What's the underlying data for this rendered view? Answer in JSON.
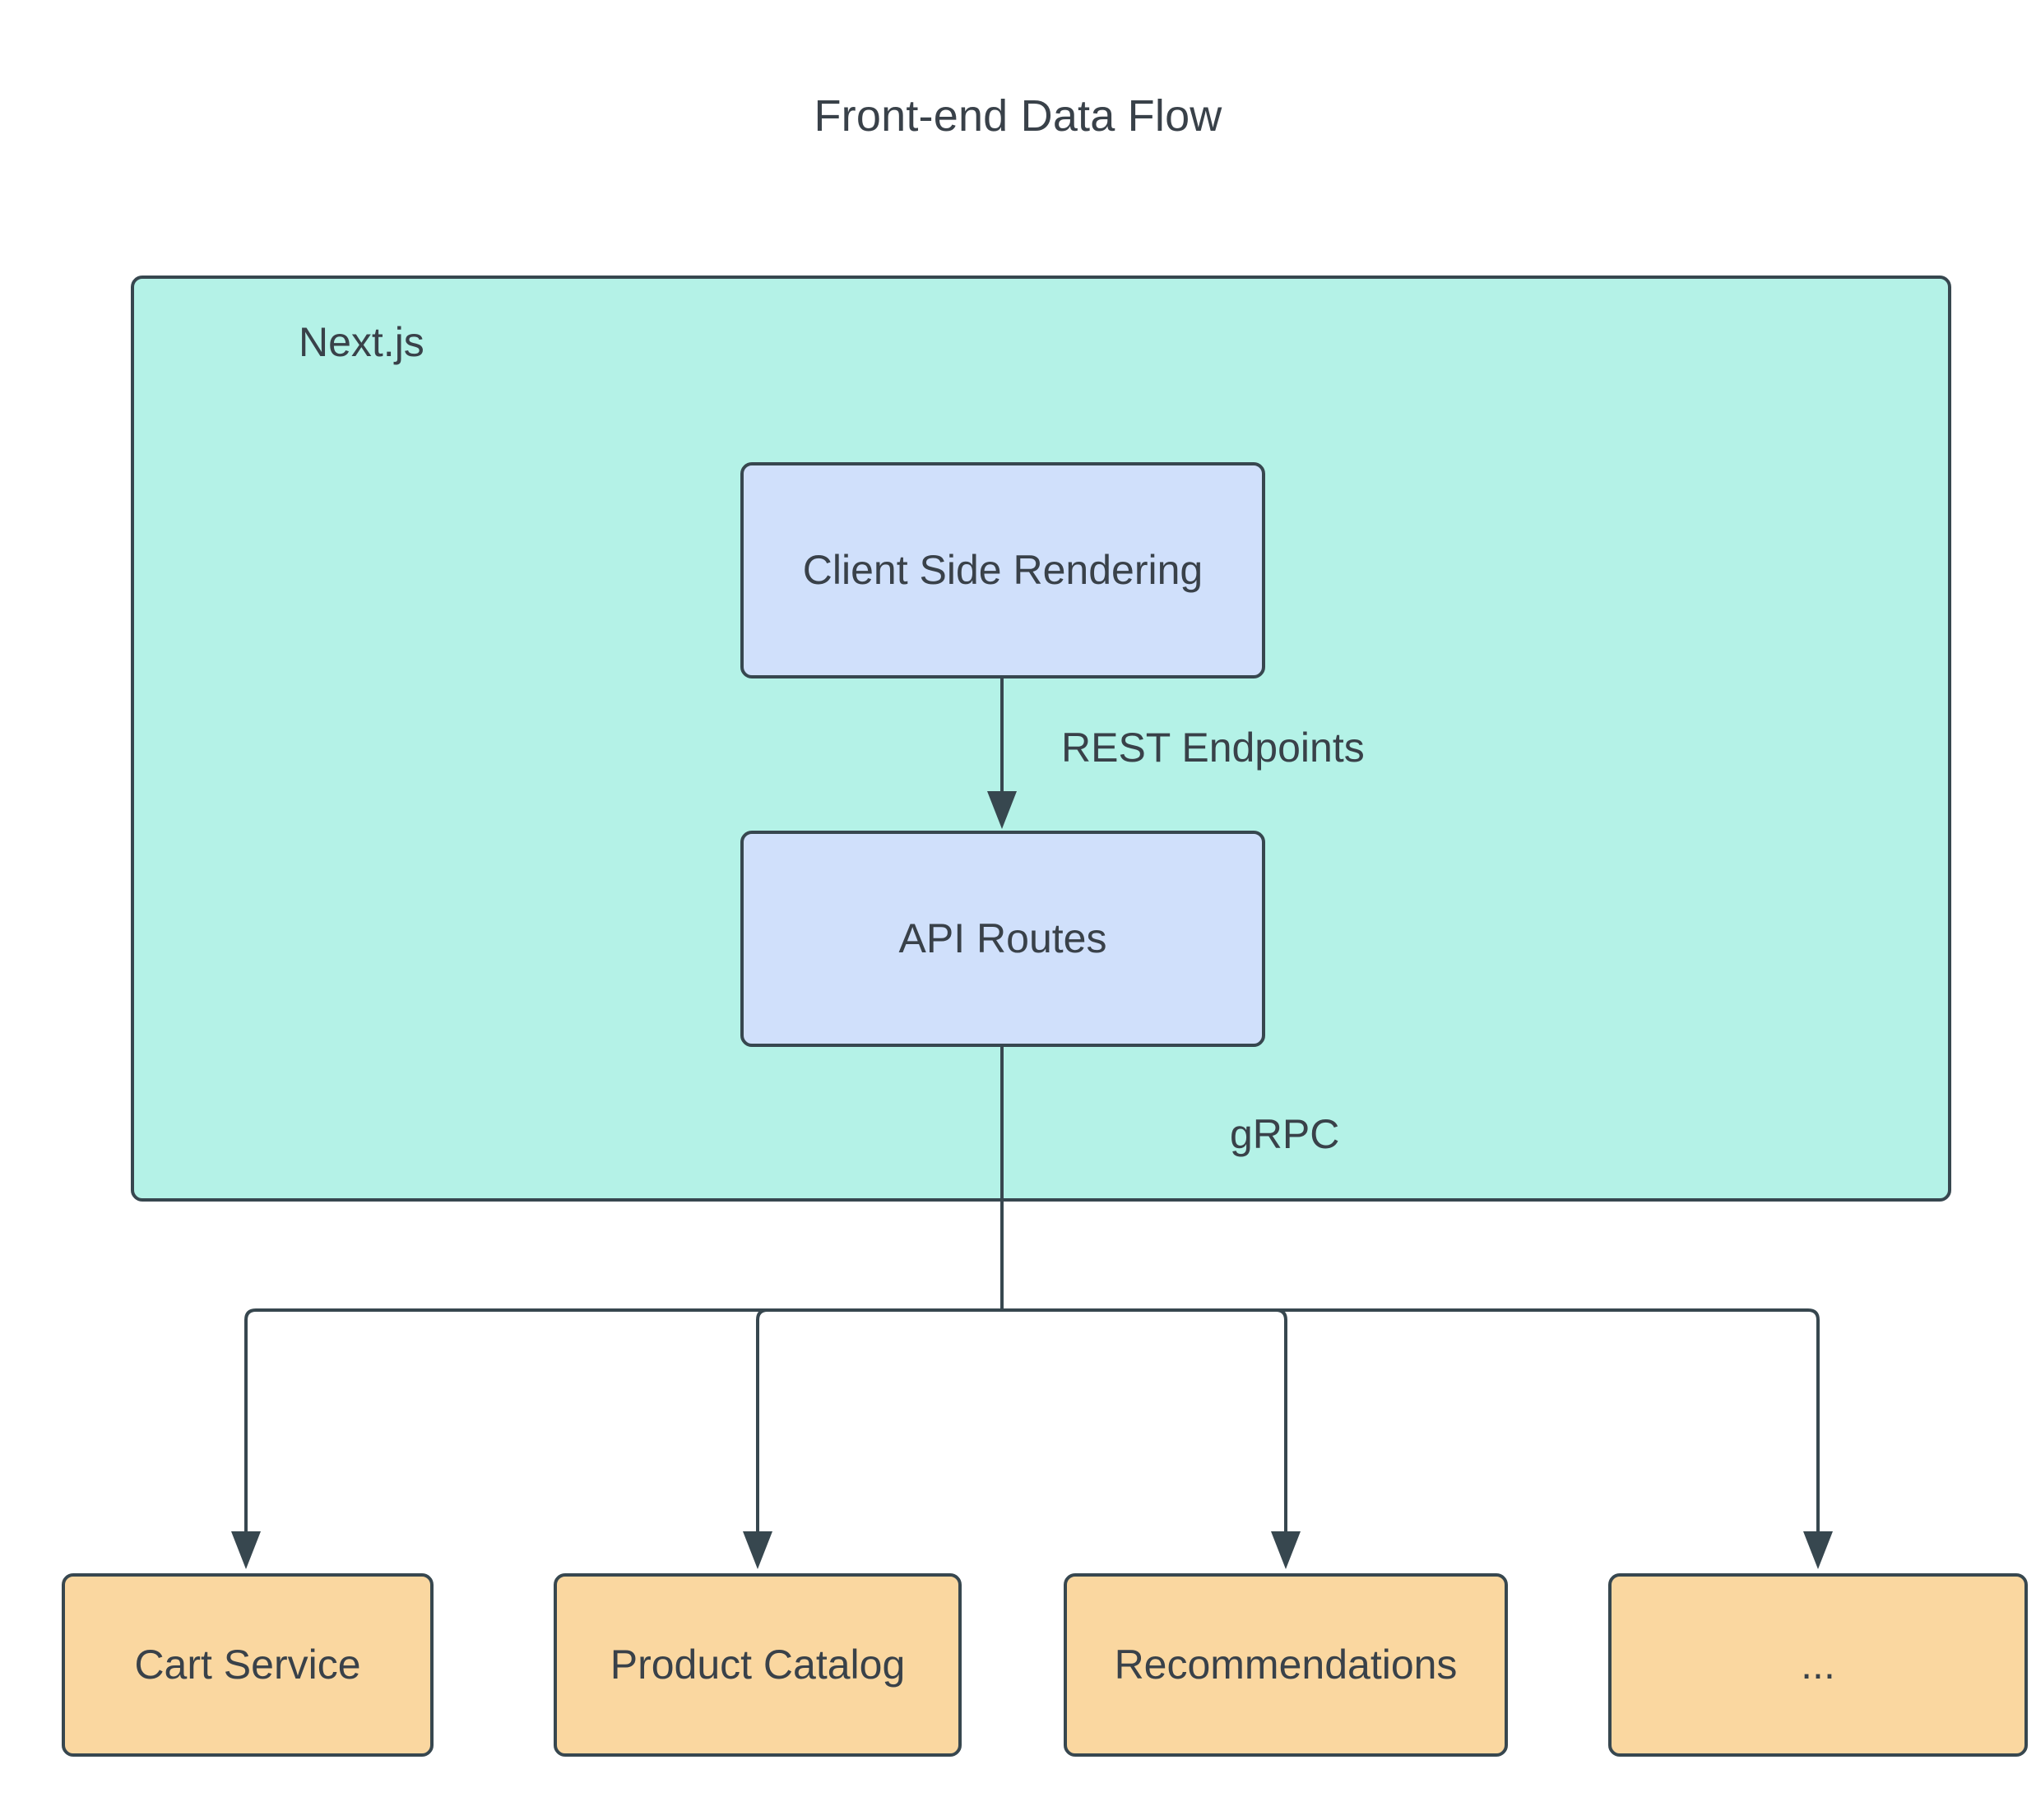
{
  "diagram": {
    "title": "Front-end Data Flow",
    "type": "flowchart",
    "direction": "top-to-bottom",
    "subgraphs": [
      {
        "id": "nextjs",
        "label": "Next.js",
        "fill": "#b4f2e7",
        "stroke": "#37474f"
      }
    ],
    "nodes": [
      {
        "id": "csr",
        "label": "Client Side Rendering",
        "group": "nextjs",
        "fill": "#d0e0fb",
        "stroke": "#37474f",
        "shape": "rounded-rect"
      },
      {
        "id": "api",
        "label": "API Routes",
        "group": "nextjs",
        "fill": "#d0e0fb",
        "stroke": "#37474f",
        "shape": "rounded-rect"
      },
      {
        "id": "cart",
        "label": "Cart Service",
        "group": null,
        "fill": "#fad7a0",
        "stroke": "#37474f",
        "shape": "rounded-rect"
      },
      {
        "id": "prod",
        "label": "Product Catalog",
        "group": null,
        "fill": "#fad7a0",
        "stroke": "#37474f",
        "shape": "rounded-rect"
      },
      {
        "id": "reco",
        "label": "Recommendations",
        "group": null,
        "fill": "#fad7a0",
        "stroke": "#37474f",
        "shape": "rounded-rect"
      },
      {
        "id": "more",
        "label": "...",
        "group": null,
        "fill": "#fad7a0",
        "stroke": "#37474f",
        "shape": "rounded-rect"
      }
    ],
    "edges": [
      {
        "from": "csr",
        "to": "api",
        "label": "REST Endpoints",
        "arrow": "down"
      },
      {
        "from": "api",
        "to": "cart",
        "label": "gRPC",
        "arrow": "down"
      },
      {
        "from": "api",
        "to": "prod",
        "label": "",
        "arrow": "down"
      },
      {
        "from": "api",
        "to": "reco",
        "label": "",
        "arrow": "down"
      },
      {
        "from": "api",
        "to": "more",
        "label": "",
        "arrow": "down"
      }
    ],
    "edge_labels": {
      "rest": "REST Endpoints",
      "grpc": "gRPC"
    },
    "colors": {
      "background": "#ffffff",
      "text": "#394149",
      "node_stroke": "#37474f",
      "blue_fill": "#d0e0fb",
      "teal_fill": "#b4f2e7",
      "orange_fill": "#fad7a0"
    }
  }
}
